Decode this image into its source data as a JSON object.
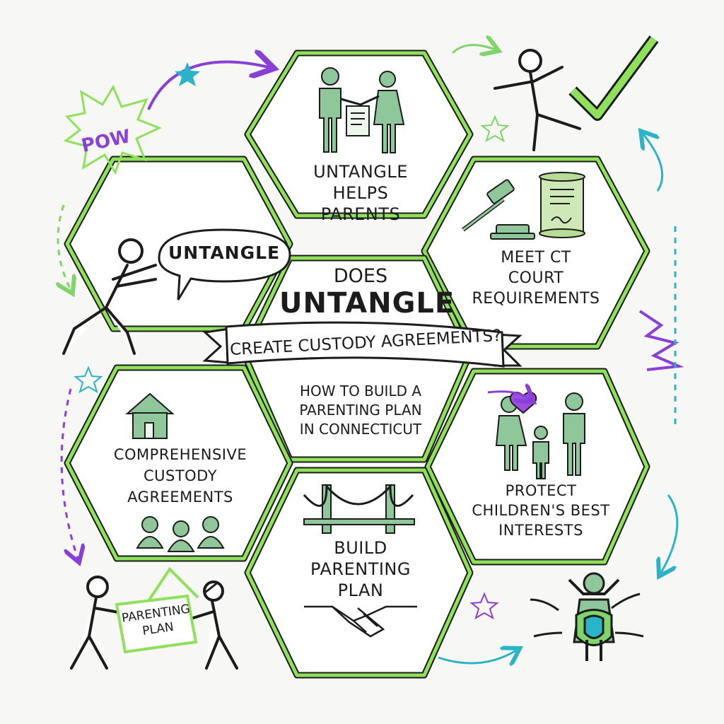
{
  "center": {
    "line1": "DOES",
    "line2": "UNTANGLE",
    "banner": "CREATE CUSTODY AGREEMENTS?",
    "subtitle": [
      "HOW TO BUILD A",
      "PARENTING PLAN",
      "IN CONNECTICUT"
    ]
  },
  "hexes": {
    "top": [
      "UNTANGLE",
      "HELPS",
      "PARENTS"
    ],
    "top_right": [
      "MEET CT",
      "COURT",
      "REQUIREMENTS"
    ],
    "left_bottom": [
      "COMPREHENSIVE",
      "CUSTODY",
      "AGREEMENTS"
    ],
    "bottom": [
      "BUILD",
      "PARENTING",
      "PLAN"
    ],
    "right_bottom": [
      "PROTECT",
      "CHILDREN'S BEST",
      "INTERESTS"
    ]
  },
  "speech_bubble": "UNTANGLE",
  "pow": "POW",
  "sign": [
    "PARENTING",
    "PLAN"
  ],
  "colors": {
    "hex_border": "#8fe05a",
    "figure_fill": "#8fc79a",
    "purple": "#8a3fd6",
    "teal": "#2bb3c8",
    "ink": "#1c1c1c"
  }
}
